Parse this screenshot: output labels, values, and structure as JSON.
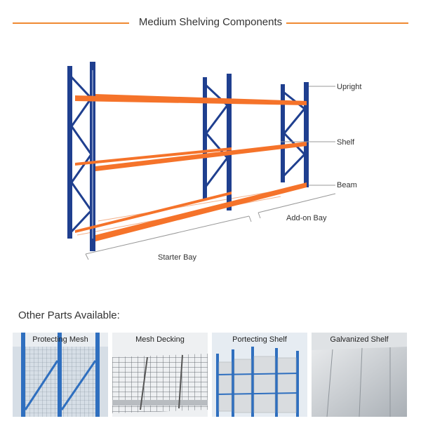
{
  "header": {
    "title": "Medium Shelving Components"
  },
  "diagram": {
    "labels": {
      "upright": "Upright",
      "shelf": "Shelf",
      "beam": "Beam",
      "starter_bay": "Starter Bay",
      "addon_bay": "Add-on Bay"
    },
    "colors": {
      "upright": "#1f3f8f",
      "beam": "#f5732a",
      "line": "#999999"
    }
  },
  "other_parts": {
    "title": "Other Parts  Available:",
    "items": [
      {
        "label": "Protecting Mesh"
      },
      {
        "label": "Mesh Decking"
      },
      {
        "label": "Portecting Shelf"
      },
      {
        "label": "Galvanized Shelf"
      }
    ]
  }
}
